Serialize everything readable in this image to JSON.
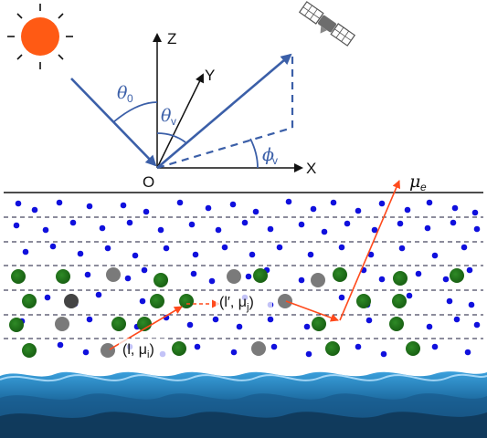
{
  "labels": {
    "z_axis": "Z",
    "y_axis": "Y",
    "x_axis": "X",
    "origin": "O",
    "theta0_sym": "θ",
    "theta0_sub": "0",
    "thetav_sym": "θ",
    "thetav_sub": "v",
    "phiv_sym": "ϕ",
    "phiv_sub": "v",
    "mu_e_sym": "μ",
    "mu_e_sub": "e",
    "point1": "(l, μ",
    "point1_sub": "i",
    "point1_close": ")",
    "point2": "(l′, μ",
    "point2_sub": "j",
    "point2_close": ")"
  },
  "colors": {
    "sun": "#ff5a14",
    "vector_blue": "#3b5fa8",
    "particle_blue": "#1010dd",
    "particle_green": "#1c6f16",
    "particle_gray": "#7a7a7a",
    "particle_dark": "#444444",
    "photon_path": "#ff4a1c",
    "ocean_light": "#2f8fcf",
    "ocean_dark": "#123a5a"
  },
  "icons": {
    "sun": "sun-icon",
    "satellite": "satellite-icon"
  }
}
